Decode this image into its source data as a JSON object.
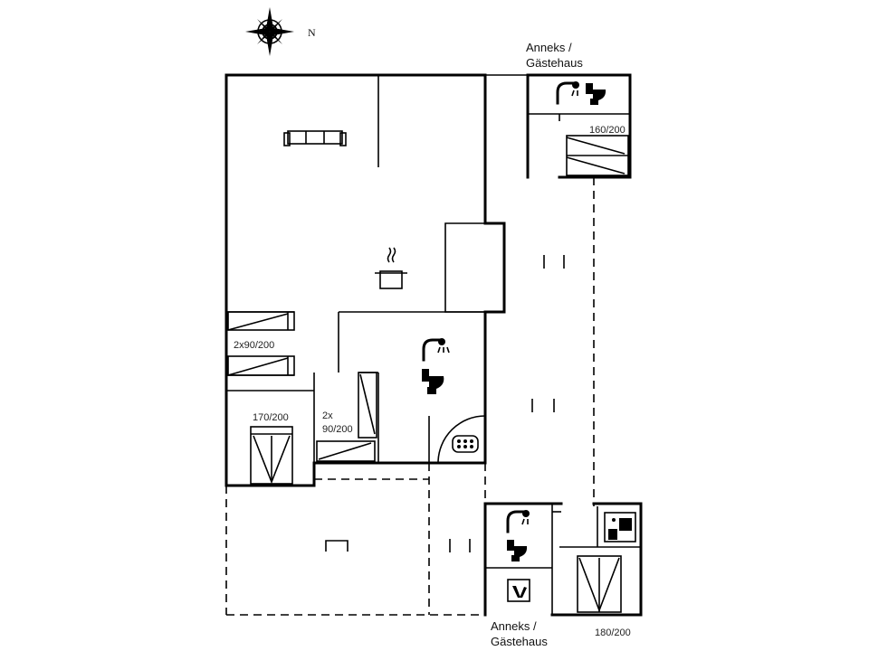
{
  "compass": {
    "north_label": "N"
  },
  "annex_labels": {
    "top": {
      "line1": "Anneks /",
      "line2": "Gästehaus"
    },
    "bottom": {
      "line1": "Anneks /",
      "line2": "Gästehaus"
    }
  },
  "bed_labels": {
    "bunk_left": "2x90/200",
    "double_left": "170/200",
    "bunk_mid_line1": "2x",
    "bunk_mid_line2": "90/200",
    "annex_top_bed": "160/200",
    "annex_bottom_bed": "180/200"
  },
  "icons": [
    "compass-rose-icon",
    "sofa-icon",
    "cooking-pot-icon",
    "shower-icon",
    "toilet-icon",
    "whirlpool-icon",
    "sauna-icon",
    "washing-machine-icon"
  ]
}
